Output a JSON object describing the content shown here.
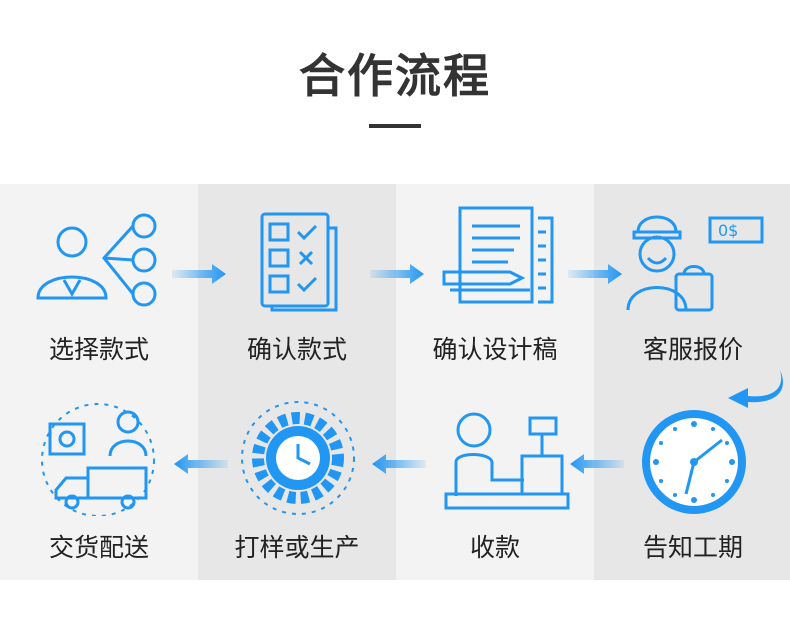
{
  "title": "合作流程",
  "steps": [
    {
      "label": "选择款式",
      "icon": "org-chart-icon"
    },
    {
      "label": "确认款式",
      "icon": "checklist-icon"
    },
    {
      "label": "确认设计稿",
      "icon": "design-draft-icon"
    },
    {
      "label": "客服报价",
      "icon": "customer-service-icon"
    },
    {
      "label": "告知工期",
      "icon": "clock-icon"
    },
    {
      "label": "收款",
      "icon": "cashier-icon"
    },
    {
      "label": "打样或生产",
      "icon": "gear-clock-icon"
    },
    {
      "label": "交货配送",
      "icon": "delivery-truck-icon"
    }
  ],
  "price_tag_text": "0$",
  "colors": {
    "accent": "#2196f3",
    "text": "#222222",
    "title": "#333333"
  }
}
